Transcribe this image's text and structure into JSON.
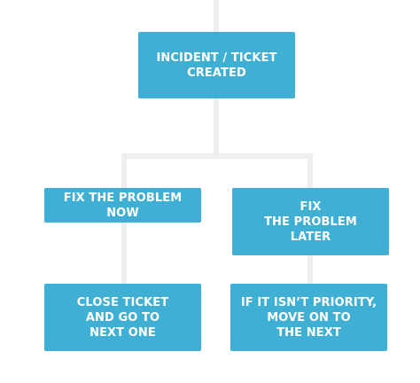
{
  "diagram": {
    "nodes": {
      "root": {
        "label": "INCIDENT / TICKET\nCREATED"
      },
      "fix_now": {
        "label": "FIX THE PROBLEM NOW"
      },
      "fix_later": {
        "label": "FIX\nTHE PROBLEM\nLATER"
      },
      "close_ticket": {
        "label": "CLOSE TICKET\nAND GO TO\nNEXT ONE"
      },
      "move_on": {
        "label": "IF IT ISN’T PRIORITY,\nMOVE ON TO\nTHE NEXT"
      }
    },
    "colors": {
      "box_fill": "#3fb0d3",
      "box_text": "#ffffff",
      "connector": "#eeeeee",
      "background": "#ffffff"
    }
  }
}
